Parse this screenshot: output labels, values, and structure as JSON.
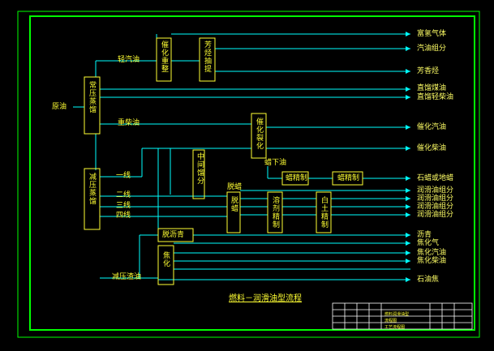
{
  "title": "燃料－润滑油型流程",
  "input_label": "原油",
  "units": {
    "atmospheric": "常压蒸馏",
    "vacuum": "减压蒸馏",
    "fcc1": "催化重整",
    "aromatics": "芳烃抽提",
    "fcc2": "催化裂化",
    "dewax": "脱蜡",
    "wax_refine": "蜡精制",
    "solvent": "溶剂精制",
    "clay": "白土精制",
    "deasphalt": "脱沥青",
    "coking": "焦化"
  },
  "streams": {
    "light_gasoline": "轻汽油",
    "heavy_diesel": "重柴油",
    "vacuum_residue": "减压渣油",
    "line1": "一线",
    "line2": "二线",
    "line3": "三线",
    "line4": "四线",
    "wax_oil": "蜡下油",
    "middle_oil": "中间馏分",
    "dewax_label": "脱蜡"
  },
  "outputs": [
    "富氢气体",
    "汽油组分",
    "芳香烃",
    "直馏煤油",
    "直馏轻柴油",
    "催化汽油",
    "催化柴油",
    "石蜡或地蜡",
    "润滑油组分",
    "润滑油组分",
    "润滑油组分",
    "润滑油组分",
    "沥青",
    "焦化气",
    "焦化汽油",
    "焦化柴油",
    "石油焦"
  ],
  "title_block": {
    "row1": "燃料润滑油型",
    "row2": "流程图",
    "row3": "工艺流程图"
  }
}
